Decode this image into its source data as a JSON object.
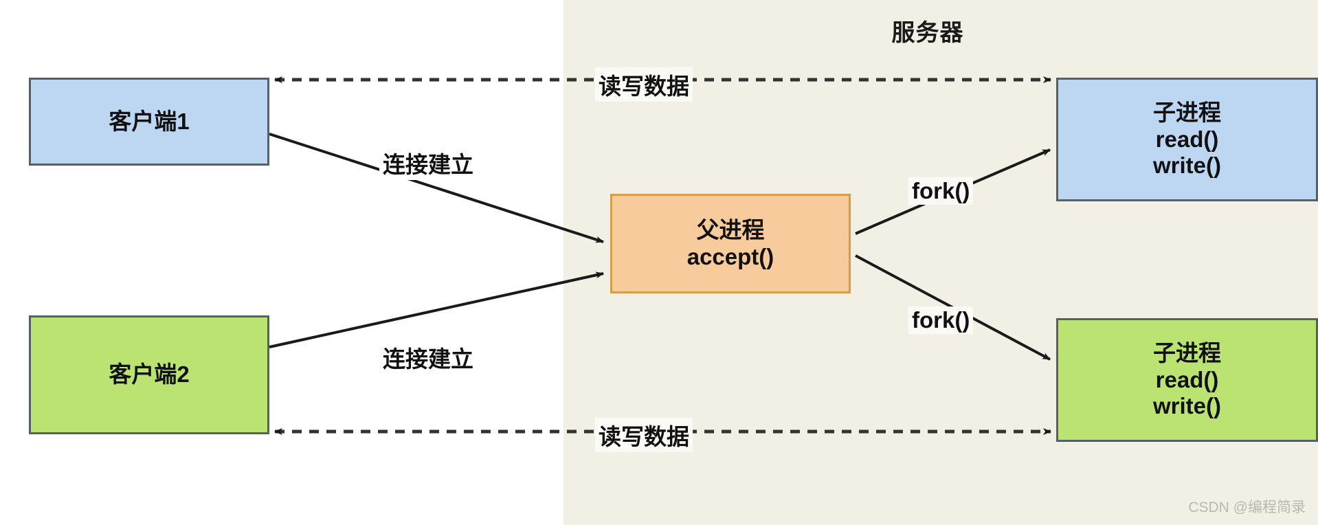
{
  "diagram": {
    "title": "服务器",
    "background_color": "#ffffff",
    "server_region_color": "#f2f0e4",
    "nodes": [
      {
        "id": "client1",
        "lines": [
          "客户端1"
        ],
        "color": "#bdd7f3",
        "border": "#555f66"
      },
      {
        "id": "client2",
        "lines": [
          "客户端2"
        ],
        "color": "#bbe372",
        "border": "#555f66"
      },
      {
        "id": "parent",
        "lines": [
          "父进程",
          "accept()"
        ],
        "color": "#f8cb9c",
        "border": "#d79b4a"
      },
      {
        "id": "child1",
        "lines": [
          "子进程",
          "read()",
          "write()"
        ],
        "color": "#bdd7f3",
        "border": "#555f66"
      },
      {
        "id": "child2",
        "lines": [
          "子进程",
          "read()",
          "write()"
        ],
        "color": "#bbe372",
        "border": "#555f66"
      }
    ],
    "edges": [
      {
        "id": "rw-top",
        "label": "读写数据",
        "style": "dashed",
        "arrows": "both"
      },
      {
        "id": "rw-bottom",
        "label": "读写数据",
        "style": "dashed",
        "arrows": "both"
      },
      {
        "id": "conn1",
        "label": "连接建立",
        "style": "solid",
        "arrows": "end"
      },
      {
        "id": "conn2",
        "label": "连接建立",
        "style": "solid",
        "arrows": "end"
      },
      {
        "id": "fork1",
        "label": "fork()",
        "style": "solid",
        "arrows": "end"
      },
      {
        "id": "fork2",
        "label": "fork()",
        "style": "solid",
        "arrows": "end"
      }
    ]
  },
  "nodes": {
    "client1": {
      "l0": "客户端1"
    },
    "client2": {
      "l0": "客户端2"
    },
    "parent": {
      "l0": "父进程",
      "l1": "accept()"
    },
    "child1": {
      "l0": "子进程",
      "l1": "read()",
      "l2": "write()"
    },
    "child2": {
      "l0": "子进程",
      "l1": "read()",
      "l2": "write()"
    }
  },
  "labels": {
    "server": "服务器",
    "rw_top": "读写数据",
    "rw_bottom": "读写数据",
    "conn1": "连接建立",
    "conn2": "连接建立",
    "fork1": "fork()",
    "fork2": "fork()"
  },
  "watermark": "CSDN @编程简录"
}
